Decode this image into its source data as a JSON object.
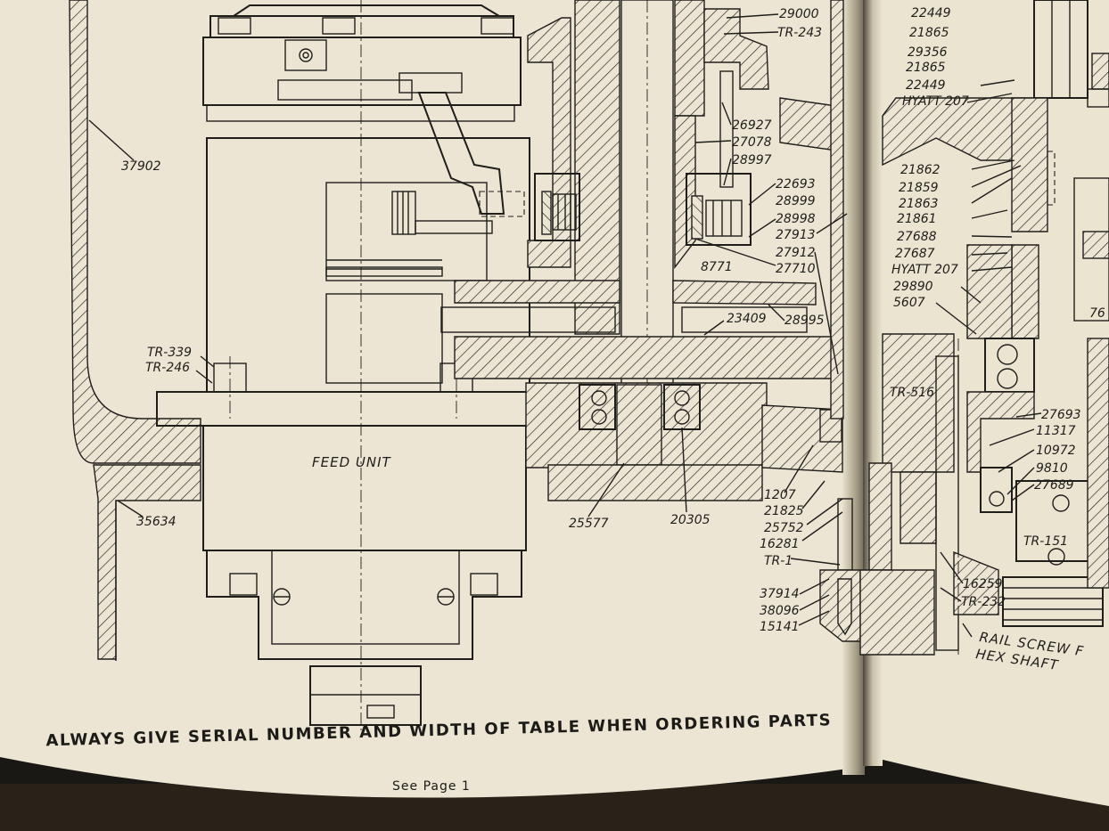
{
  "labels": {
    "p37902": "37902",
    "p35634": "35634",
    "pTR339": "TR-339",
    "pTR246": "TR-246",
    "p25577": "25577",
    "p20305": "20305",
    "p29000": "29000",
    "pTR243": "TR-243",
    "p26927": "26927",
    "p27078": "27078",
    "p28997": "28997",
    "p22693": "22693",
    "p28999": "28999",
    "p28998": "28998",
    "p27913": "27913",
    "p27912": "27912",
    "p27710": "27710",
    "p8771": "8771",
    "p23409": "23409",
    "p28995": "28995",
    "p1207": "1207",
    "p21825": "21825",
    "p25752": "25752",
    "p16281": "16281",
    "pTR1": "TR-1",
    "p37914": "37914",
    "p38096": "38096",
    "p15141": "15141",
    "r22449a": "22449",
    "r21865a": "21865",
    "r29356": "29356",
    "r21865b": "21865",
    "r22449b": "22449",
    "rHyatt207a": "HYATT 207",
    "r21862": "21862",
    "r21859": "21859",
    "r21863": "21863",
    "r21861": "21861",
    "r27688": "27688",
    "r27687": "27687",
    "rHyatt207b": "HYATT 207",
    "r29890": "29890",
    "r5607": "5607",
    "r76": "76",
    "rTR516": "TR-516",
    "r27693": "27693",
    "r11317": "11317",
    "r10972": "10972",
    "r9810": "9810",
    "r27689": "27689",
    "rTR151": "TR-151",
    "r16259": "16259",
    "rTR232": "TR-232",
    "rRailScrew": "RAIL SCREW F",
    "rHexShaft": "HEX SHAFT",
    "feedUnit": "FEED UNIT"
  },
  "footer": {
    "notice": "ALWAYS GIVE SERIAL NUMBER AND WIDTH OF TABLE WHEN ORDERING PARTS",
    "see_page": "See Page 1"
  },
  "colors": {
    "paper": "#ece5d3",
    "ink": "#1f1e1b",
    "background": "#1a1814"
  }
}
